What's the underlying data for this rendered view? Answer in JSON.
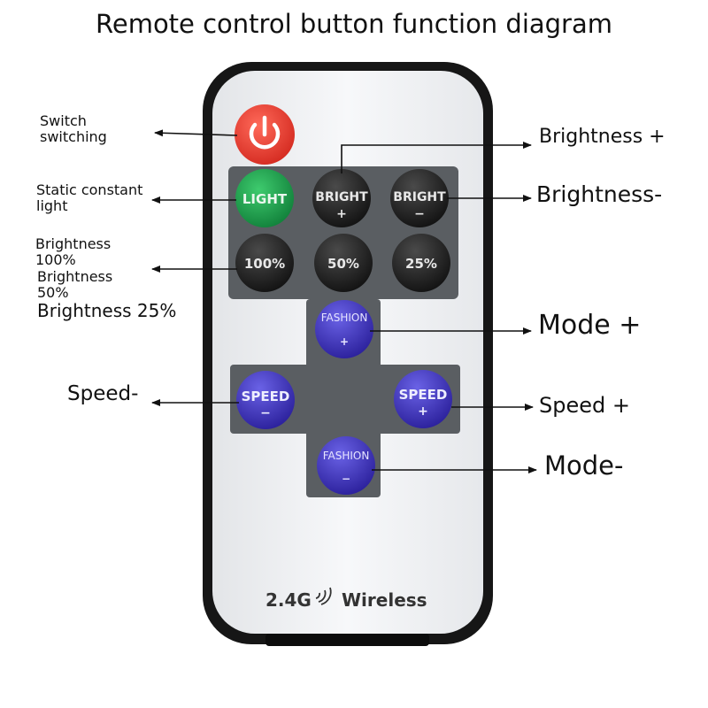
{
  "title": "Remote control button function diagram",
  "labels": {
    "switch_line1": "Switch",
    "switch_line2": "switching",
    "static_line1": "Static constant",
    "static_line2": "light",
    "b100_line1": "Brightness",
    "b100_line2": "100%",
    "b50_line1": "Brightness",
    "b50_line2": "50%",
    "b25": "Brightness 25%",
    "speed_minus": "Speed-",
    "brightness_plus": "Brightness +",
    "brightness_minus": "Brightness-",
    "mode_plus": "Mode +",
    "speed_plus": "Speed +",
    "mode_minus": "Mode-"
  },
  "buttons": {
    "light": "LIGHT",
    "bright_top": "BRIGHT",
    "bright_plus_sign": "+",
    "bright_minus_sign": "−",
    "b100": "100%",
    "b50": "50%",
    "b25": "25%",
    "fashion": "FASHION",
    "fashion_plus_sign": "+",
    "fashion_minus_sign": "−",
    "speed": "SPEED",
    "speed_minus_sign": "−",
    "speed_plus_sign": "+"
  },
  "footer": {
    "freq": "2.4G",
    "wireless": "Wireless"
  },
  "colors": {
    "power": "#e23a2e",
    "light": "#1a9a4a",
    "black_button": "#1c1c1c",
    "blue_button": "#3a2fb0",
    "panel": "#5b5f62",
    "body": "#f1f2f4",
    "casing": "#151515"
  }
}
